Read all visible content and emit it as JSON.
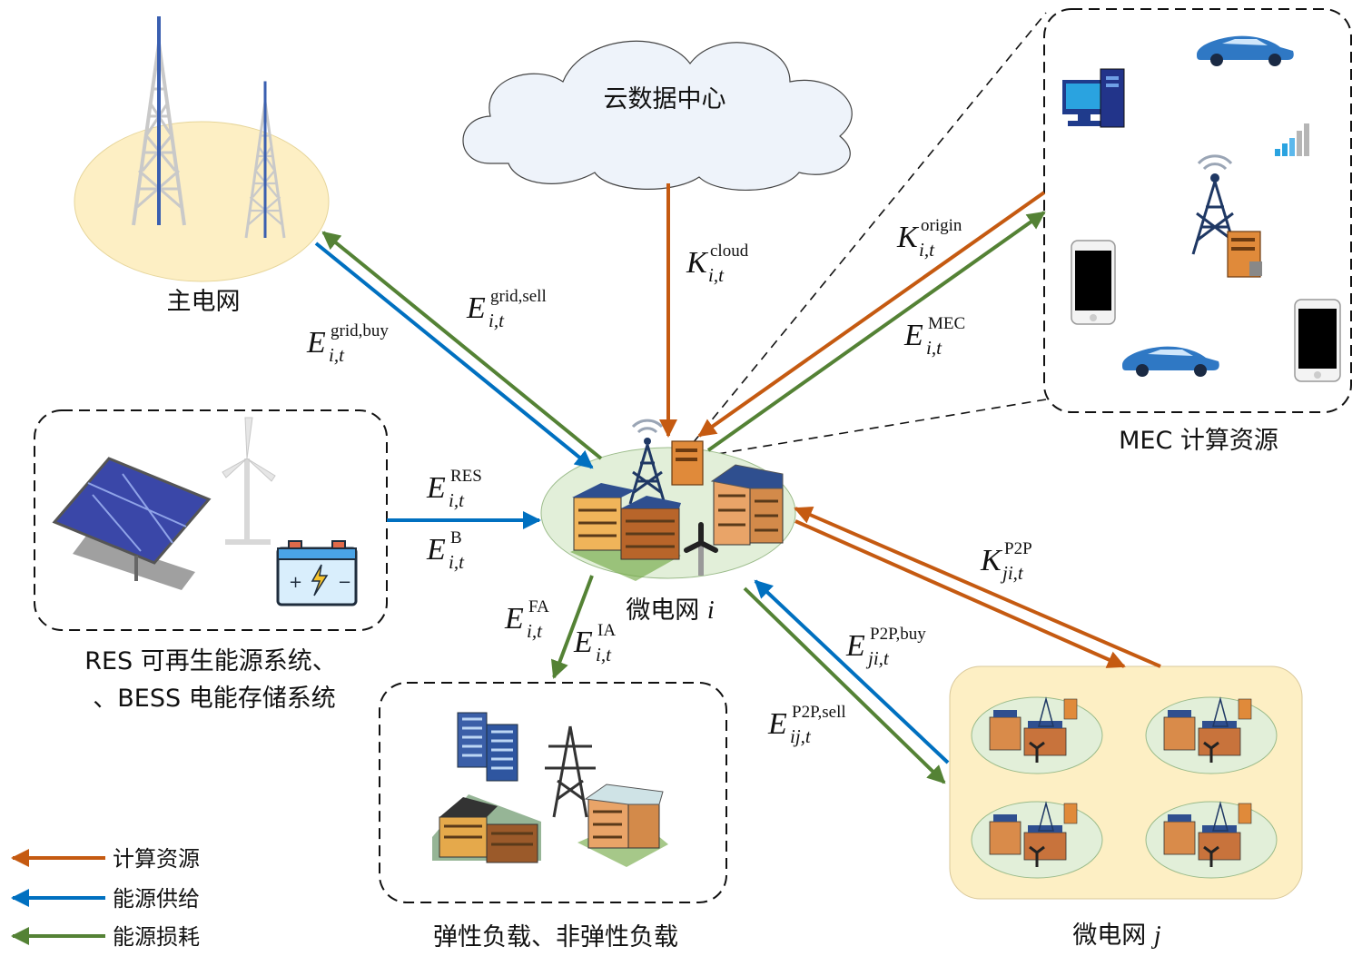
{
  "colors": {
    "compute": "#c55a11",
    "supply": "#0070c0",
    "loss": "#548235",
    "dashed": "#111111",
    "grid_ellipse": "#fdefc4",
    "microgrid_ellipse": "#e2efd9",
    "cluster_bg": "#fdefc4",
    "cloud_fill": "#eef3fa"
  },
  "nodes": {
    "cloud": "云数据中心",
    "main_grid": "主电网",
    "microgrid_i_text": "微电网",
    "microgrid_i_sym": "i",
    "mec_label": "MEC 计算资源",
    "res_line1": "RES 可再生能源系统、",
    "res_line2": "、BESS 电能存储系统",
    "loads": "弹性负载、非弹性负载",
    "microgrid_j_text": "微电网",
    "microgrid_j_sym": "j"
  },
  "flow_labels": {
    "k_cloud": {
      "base": "K",
      "sub": "i,t",
      "sup": "cloud"
    },
    "e_grid_sell": {
      "base": "E",
      "sub": "i,t",
      "sup": "grid,sell"
    },
    "e_grid_buy": {
      "base": "E",
      "sub": "i,t",
      "sup": "grid,buy"
    },
    "k_origin": {
      "base": "K",
      "sub": "i,t",
      "sup": "origin"
    },
    "e_mec": {
      "base": "E",
      "sub": "i,t",
      "sup": "MEC"
    },
    "e_res": {
      "base": "E",
      "sub": "i,t",
      "sup": "RES"
    },
    "e_b": {
      "base": "E",
      "sub": "i,t",
      "sup": "B"
    },
    "e_fa": {
      "base": "E",
      "sub": "i,t",
      "sup": "FA"
    },
    "e_ia": {
      "base": "E",
      "sub": "i,t",
      "sup": "IA"
    },
    "k_p2p": {
      "base": "K",
      "sub": "ji,t",
      "sup": "P2P"
    },
    "e_p2p_buy": {
      "base": "E",
      "sub": "ji,t",
      "sup": "P2P,buy"
    },
    "e_p2p_sell": {
      "base": "E",
      "sub": "ij,t",
      "sup": "P2P,sell"
    }
  },
  "legend": {
    "compute": "计算资源",
    "supply": "能源供给",
    "loss": "能源损耗"
  },
  "icons": [
    "transmission-tower-icon",
    "cloud-icon",
    "server-icon",
    "antenna-tower-icon",
    "building-icon",
    "wind-turbine-icon",
    "solar-panel-icon",
    "battery-icon",
    "desktop-computer-icon",
    "car-icon",
    "smartphone-icon",
    "signal-bars-icon",
    "power-pylon-icon"
  ]
}
